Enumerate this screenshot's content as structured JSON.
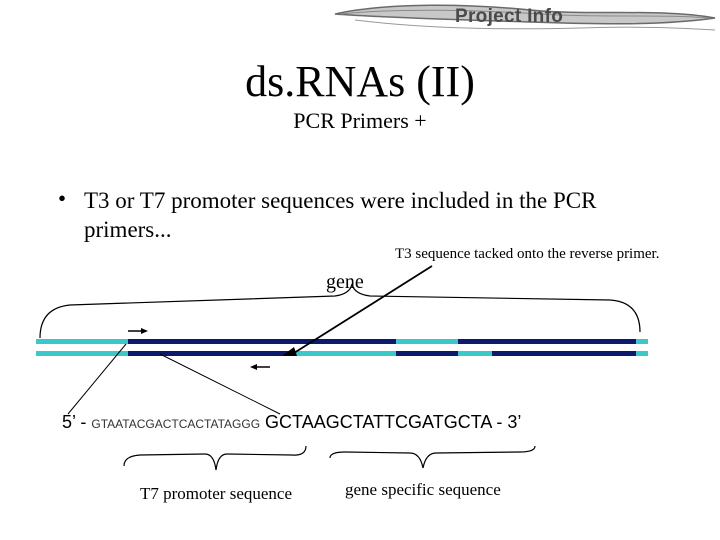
{
  "banner": {
    "label": "Project Info",
    "icon": "worm-logo-icon"
  },
  "slide": {
    "title": "ds.RNAs (II)",
    "subtitle": "PCR Primers +",
    "bullet_line1": "T3 or T7 promoter sequences were included in the PCR",
    "bullet_line2": "primers...",
    "bullet_char": "•"
  },
  "diagram": {
    "t3_note": "T3 sequence tacked onto the reverse primer.",
    "gene_label": "gene",
    "seq_prefix": "5’ -",
    "t7_seq": "GTAATACGACTCACTATAGGG",
    "gene_seq": "GCTAAGCTATTCGATGCTA - 3’",
    "t7_label": "T7 promoter sequence",
    "gene_specific_label": "gene specific sequence",
    "colors": {
      "navy": "#0d1a6b",
      "cyan": "#3cc8c8"
    }
  }
}
